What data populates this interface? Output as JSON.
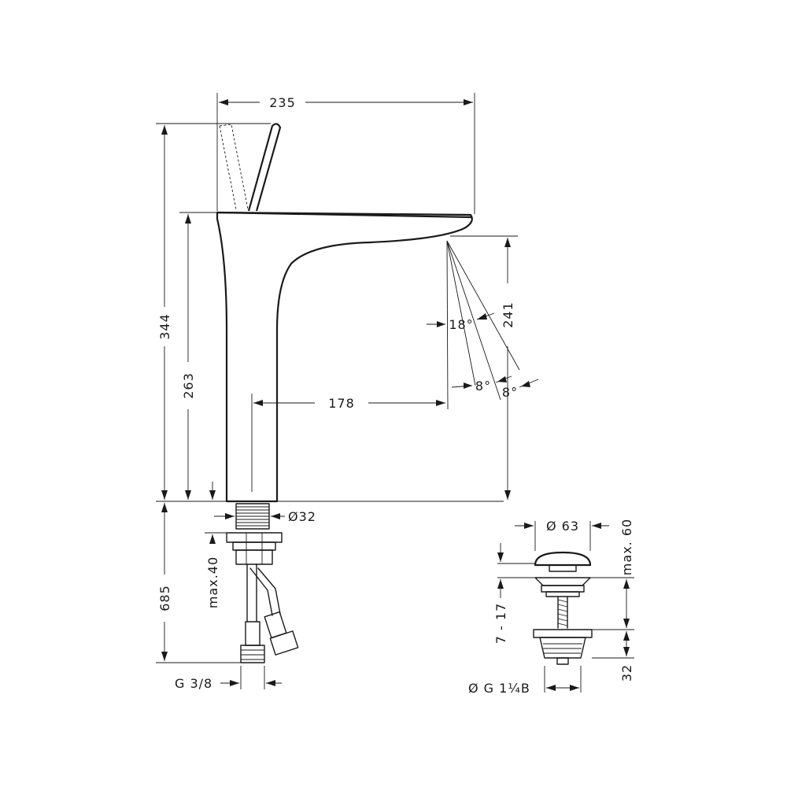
{
  "labels": {
    "width_total": "235",
    "height_total": "344",
    "height_spout": "263",
    "reach": "178",
    "spout_clearance": "241",
    "angle_spray": "18°",
    "angle_left": "8°",
    "angle_right": "8°",
    "shank_diameter": "Ø32",
    "max_thickness": "max.40",
    "hose_length": "685",
    "hose_thread": "G 3/8",
    "waste_diameter": "Ø 63",
    "waste_max": "max. 60",
    "waste_range": "7 - 17",
    "waste_height": "32",
    "waste_thread": "Ø G 1¼B"
  }
}
